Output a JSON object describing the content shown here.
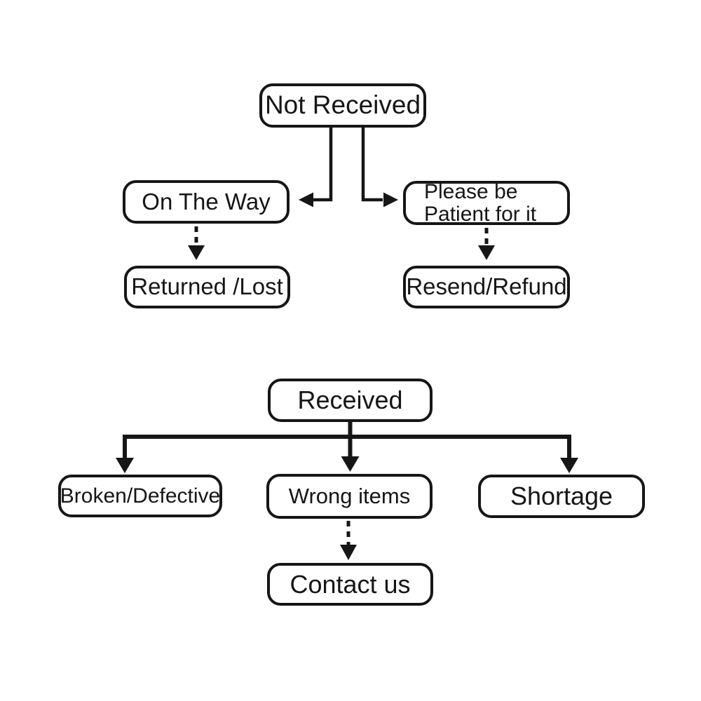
{
  "colors": {
    "background": "#ffffff",
    "line": "#161616",
    "text": "#161616"
  },
  "flowchart": {
    "nodes": {
      "not_received": {
        "label": "Not Received"
      },
      "on_the_way": {
        "label": "On The Way"
      },
      "please_be_patient": {
        "label": "Please be\nPatient for it"
      },
      "returned_lost": {
        "label": "Returned /Lost"
      },
      "resend_refund": {
        "label": "Resend/Refund"
      },
      "received": {
        "label": "Received"
      },
      "broken_defective": {
        "label": "Broken/Defective"
      },
      "wrong_items": {
        "label": "Wrong items"
      },
      "shortage": {
        "label": "Shortage"
      },
      "contact_us": {
        "label": "Contact us"
      }
    },
    "edges": [
      {
        "from": "not_received",
        "to": "on_the_way",
        "style": "solid-arrow"
      },
      {
        "from": "not_received",
        "to": "please_be_patient",
        "style": "solid-arrow"
      },
      {
        "from": "on_the_way",
        "to": "returned_lost",
        "style": "dashed-arrow"
      },
      {
        "from": "please_be_patient",
        "to": "resend_refund",
        "style": "dashed-arrow"
      },
      {
        "from": "received",
        "to": "broken_defective",
        "style": "solid-arrow"
      },
      {
        "from": "received",
        "to": "wrong_items",
        "style": "solid-arrow"
      },
      {
        "from": "received",
        "to": "shortage",
        "style": "solid-arrow"
      },
      {
        "from": "wrong_items",
        "to": "contact_us",
        "style": "dashed-arrow"
      }
    ]
  }
}
